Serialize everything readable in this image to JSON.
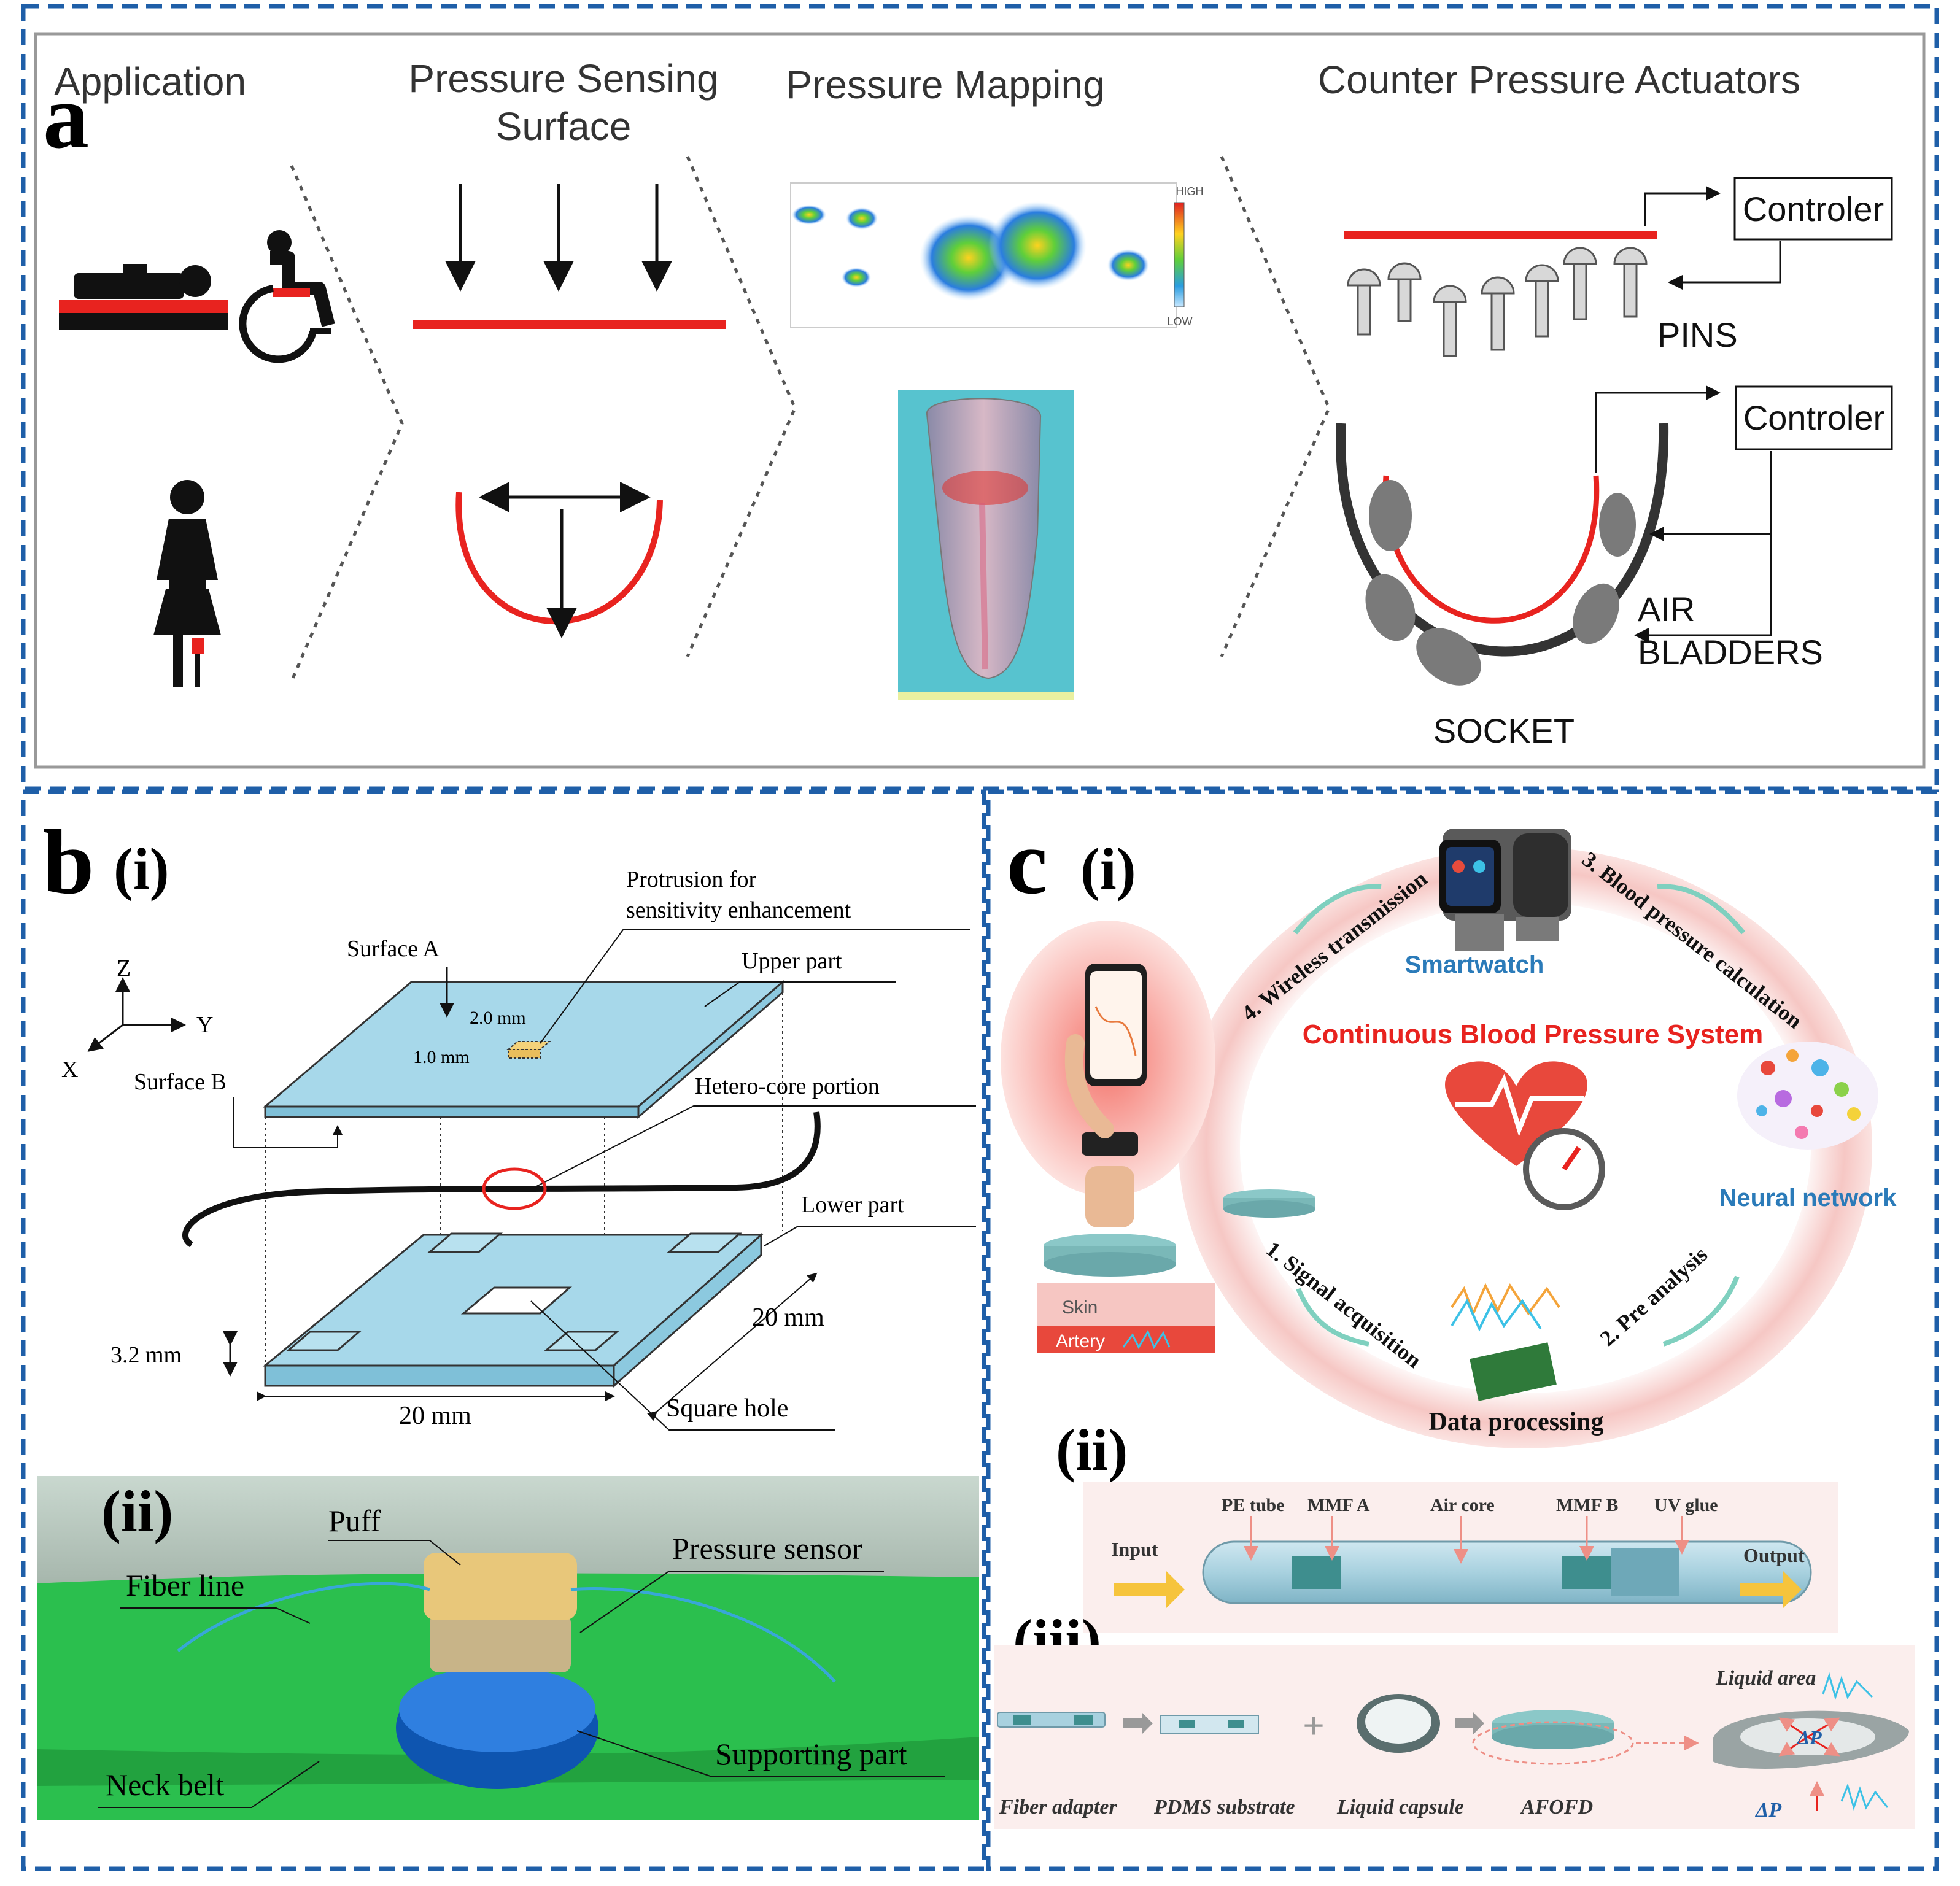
{
  "panel_a": {
    "letter": "a",
    "headings": {
      "application": "Application",
      "sensing_line1": "Pressure Sensing",
      "sensing_line2": "Surface",
      "mapping": "Pressure Mapping",
      "actuators": "Counter Pressure Actuators"
    },
    "heatmap_scale": {
      "high": "HIGH",
      "low": "LOW"
    },
    "labels": {
      "controller_top": "Controler",
      "pins": "PINS",
      "controller_bottom": "Controler",
      "air": "AIR",
      "bladders": "BLADDERS",
      "socket": "SOCKET"
    }
  },
  "panel_b": {
    "letter": "b",
    "sub_i": "(i)",
    "sub_ii": "(ii)",
    "axes": {
      "z": "Z",
      "y": "Y",
      "x": "X"
    },
    "labels": {
      "protrusion_line1": "Protrusion for",
      "protrusion_line2": "sensitivity enhancement",
      "surface_a": "Surface A",
      "upper_part": "Upper part",
      "dim_2mm": "2.0 mm",
      "dim_1mm": "1.0 mm",
      "surface_b": "Surface B",
      "hetero_core": "Hetero-core portion",
      "lower_part": "Lower part",
      "dim_20mm_right": "20 mm",
      "dim_3_2mm": "3.2 mm",
      "dim_20mm_bottom": "20 mm",
      "square_hole": "Square hole"
    },
    "photo_labels": {
      "puff": "Puff",
      "pressure_sensor": "Pressure sensor",
      "fiber_line": "Fiber line",
      "supporting_part": "Supporting part",
      "neck_belt": "Neck belt"
    }
  },
  "panel_c": {
    "letter": "c",
    "sub_i": "(i)",
    "sub_ii": "(ii)",
    "sub_iii": "(iii)",
    "cycle": {
      "smartwatch": "Smartwatch",
      "system_title": "Continuous Blood Pressure System",
      "neural_network": "Neural network",
      "data_processing": "Data processing",
      "step1": "1. Signal acquisition",
      "step2": "2. Pre analysis",
      "step3": "3. Blood pressure calculation",
      "step4": "4. Wireless transmission",
      "skin": "Skin",
      "artery": "Artery"
    },
    "fiber_structure": {
      "input": "Input",
      "output": "Output",
      "pe_tube": "PE tube",
      "mmf_a": "MMF A",
      "air_core": "Air core",
      "mmf_b": "MMF B",
      "uv_glue": "UV glue"
    },
    "fabrication": {
      "fiber_adapter": "Fiber adapter",
      "pdms_substrate": "PDMS substrate",
      "liquid_capsule": "Liquid capsule",
      "afofd": "AFOFD",
      "liquid_area": "Liquid area",
      "delta_p": "ΔP"
    }
  },
  "colors": {
    "frame_blue": "#1f5fa8",
    "red": "#e8231f",
    "sensor_blue": "#a7d8ea",
    "belt_green": "#2db84a"
  }
}
